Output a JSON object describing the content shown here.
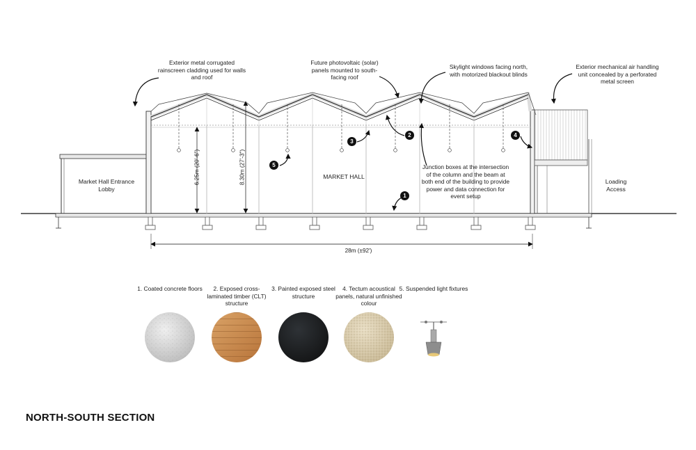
{
  "title": "NORTH-SOUTH SECTION",
  "annotations": {
    "cladding": "Exterior metal corrugated rainscreen cladding used for walls and roof",
    "pv": "Future photovoltaic (solar) panels mounted to south-facing roof",
    "skylight": "Skylight windows facing north, with motorized blackout blinds",
    "mech": "Exterior mechanical air handling unit concealed by a perforated metal screen",
    "junction": "Junction boxes at the intersection of the column and the beam at both end of the building to provide power and data connection for event setup"
  },
  "rooms": {
    "lobby": "Market Hall Entrance Lobby",
    "hall": "MARKET HALL",
    "loading": "Loading Access"
  },
  "dimensions": {
    "height_1": "6.25m (20'-6\")",
    "height_2": "8.30m (27'-3\")",
    "length": "28m (±92')"
  },
  "callouts": [
    "1",
    "2",
    "3",
    "4",
    "5"
  ],
  "materials": [
    {
      "number": "1",
      "label": "1. Coated concrete floors",
      "color": "#d9d9d9",
      "icon": "concrete-swatch"
    },
    {
      "number": "2",
      "label": "2. Exposed cross-laminated timber (CLT) structure",
      "color": "#c98a4f",
      "icon": "timber-swatch"
    },
    {
      "number": "3",
      "label": "3. Painted exposed steel structure",
      "color": "#1d1f22",
      "icon": "steel-swatch"
    },
    {
      "number": "4",
      "label": "4. Tectum acoustical panels, natural unfinished colour",
      "color": "#d8ccb0",
      "icon": "tectum-swatch"
    },
    {
      "number": "5",
      "label": "5. Suspended light fixtures",
      "color": "#9a9a9a",
      "icon": "pendant-light-icon"
    }
  ]
}
